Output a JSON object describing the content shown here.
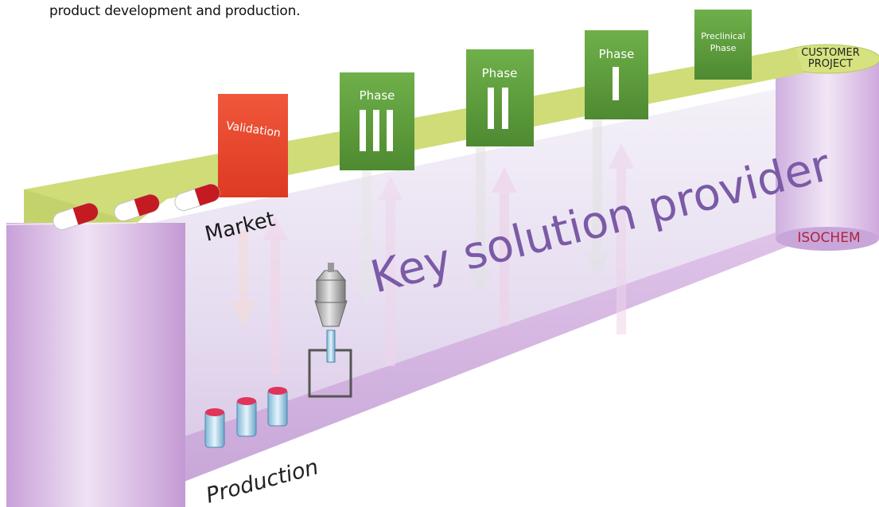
{
  "intro_text": "product development and production.",
  "stages": [
    {
      "label_top": "Validation",
      "roman": ""
    },
    {
      "label_top": "Phase",
      "roman": "III"
    },
    {
      "label_top": "Phase",
      "roman": "II"
    },
    {
      "label_top": "Phase",
      "roman": "I"
    },
    {
      "label_top": "Preclinical",
      "label_bottom": "Phase",
      "roman": ""
    }
  ],
  "labels": {
    "market": "Market",
    "production": "Production",
    "key_solution": "Key solution provider",
    "customer_line1": "CUSTOMER",
    "customer_line2": "PROJECT",
    "isochem": "ISOCHEM"
  },
  "colors": {
    "ribbon_top": "#cfdc78",
    "ribbon_body": "#dcd2ea",
    "ribbon_shadow": "#c6a7d8",
    "flag_green": "#5b9a3a",
    "flag_red": "#e8472e",
    "accent_text": "#7b5aa6",
    "isochem": "#b0243a"
  }
}
